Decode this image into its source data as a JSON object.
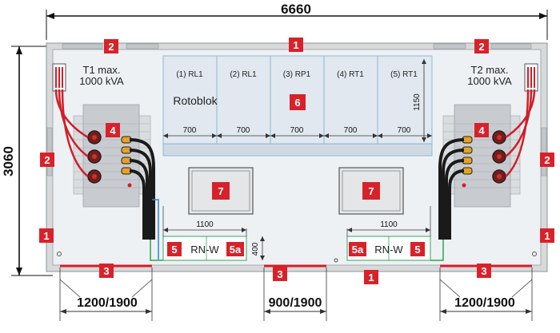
{
  "dimensions": {
    "total_width": "6660",
    "total_height": "3060",
    "door_left": "1200/1900",
    "door_center": "900/1900",
    "door_right": "1200/1900",
    "cell_height": "1150",
    "cell_width": "700",
    "rnw_width_left": "1100",
    "rnw_width_right": "1100",
    "rnw_height": "400"
  },
  "transformers": {
    "t1_line1": "T1 max.",
    "t1_line2": "1000 kVA",
    "t2_line1": "T2 max.",
    "t2_line2": "1000 kVA"
  },
  "switchgear": {
    "name": "Rotoblok",
    "cells": [
      "(1) RL1",
      "(2) RL1",
      "(3) RP1",
      "(4) RT1",
      "(5) RT1"
    ]
  },
  "rnw": {
    "left_label": "RN-W",
    "right_label": "RN-W"
  },
  "badges": {
    "b1": "1",
    "b2": "2",
    "b3": "3",
    "b4": "4",
    "b5": "5",
    "b5a": "5a",
    "b6": "6",
    "b7": "7"
  },
  "colors": {
    "badge": "#d8222a",
    "cable_red": "#d01f2a",
    "cable_black": "#1a1a1a",
    "cell_fill": "#dfe7ee",
    "cell_border": "#8fb6d6",
    "floor": "#eef1f3"
  }
}
